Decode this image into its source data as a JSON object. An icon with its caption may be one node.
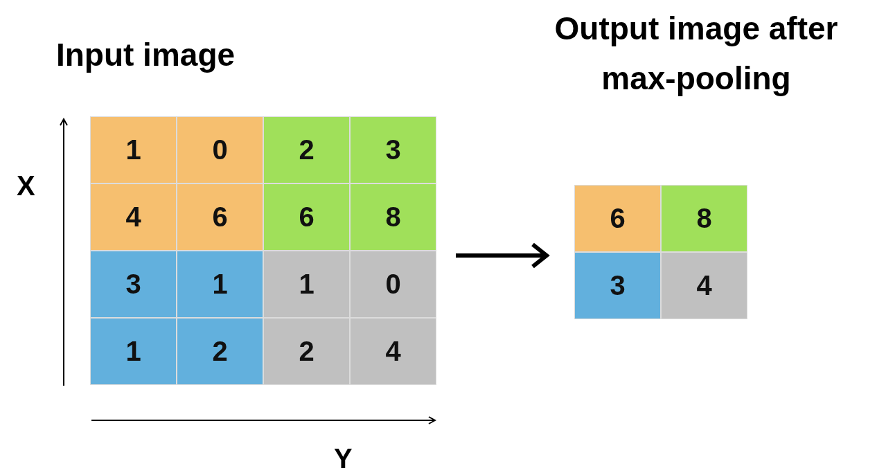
{
  "diagram": {
    "nodes": [
      {
        "text": [
          "Input image"
        ]
      },
      {
        "text": [
          "1"
        ],
        "in": 0
      },
      {
        "text": [
          "0"
        ],
        "in": 0
      },
      {
        "text": [
          "2"
        ],
        "in": 0
      },
      {
        "text": [
          "3"
        ],
        "in": 0
      },
      {
        "text": [
          "4"
        ],
        "in": 0
      },
      {
        "text": [
          "6"
        ],
        "in": 0
      },
      {
        "text": [
          "6"
        ],
        "in": 0
      },
      {
        "text": [
          "8"
        ],
        "in": 0
      },
      {
        "text": [
          "3"
        ],
        "in": 0
      },
      {
        "text": [
          "1"
        ],
        "in": 0
      },
      {
        "text": [
          "1"
        ],
        "in": 0
      },
      {
        "text": [
          "0"
        ],
        "in": 0
      },
      {
        "text": [
          "1"
        ],
        "in": 0
      },
      {
        "text": [
          "2"
        ],
        "in": 0
      },
      {
        "text": [
          "2"
        ],
        "in": 0
      },
      {
        "text": [
          "4"
        ],
        "in": 0
      },
      {
        "text": [
          "Output image after max-pooling"
        ]
      },
      {
        "text": [
          "6"
        ],
        "in": 17
      },
      {
        "text": [
          "8"
        ],
        "in": 17
      },
      {
        "text": [
          "3"
        ],
        "in": 17
      },
      {
        "text": [
          "4"
        ],
        "in": 17
      }
    ],
    "edges": [
      {
        "from": 0,
        "to": 17,
        "arrow": "to"
      }
    ],
    "labels": [
      "X",
      "Y"
    ]
  }
}
